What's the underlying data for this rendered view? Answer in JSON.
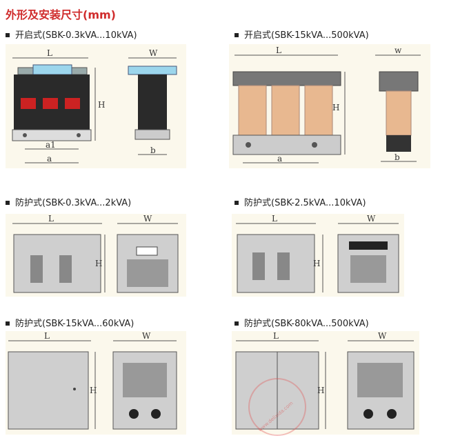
{
  "title": "外形及安装尺寸(mm)",
  "sections": [
    {
      "caption": "开启式(SBK-0.3kVA...10kVA)"
    },
    {
      "caption": "开启式(SBK-15kVA...500kVA)"
    },
    {
      "caption": "防护式(SBK-0.3kVA...2kVA)"
    },
    {
      "caption": "防护式(SBK-2.5kVA...10kVA)"
    },
    {
      "caption": "防护式(SBK-15kVA...60kVA)"
    },
    {
      "caption": "防护式(SBK-80kVA...500kVA)"
    }
  ],
  "dim_labels": {
    "L": "L",
    "W": "W",
    "w": "w",
    "H": "H",
    "a": "a",
    "a1": "a1",
    "b": "b"
  },
  "watermark": "www.delixida.com",
  "colors": {
    "title": "#d02d2d",
    "panel_bg": "#fbf8ec",
    "core": "#2a2a2a",
    "coil": "#e8b890",
    "enclosure": "#cfcfcf"
  }
}
